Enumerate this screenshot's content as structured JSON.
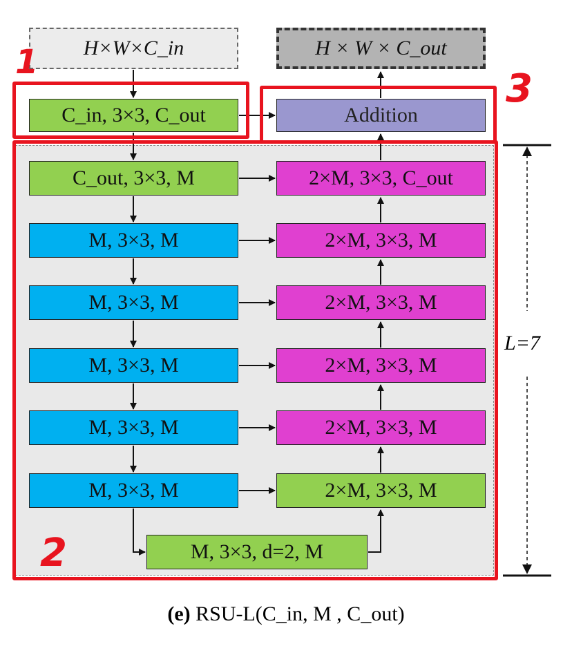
{
  "annotations": {
    "mark_1": "1",
    "mark_2": "2",
    "mark_3": "3"
  },
  "io": {
    "input": "H×W×C_in",
    "output": "H × W × C_out"
  },
  "first_conv": "C_in, 3×3, C_out",
  "addition": "Addition",
  "encoder": [
    "C_out, 3×3, M",
    "M, 3×3, M",
    "M, 3×3, M",
    "M, 3×3, M",
    "M, 3×3, M",
    "M, 3×3, M"
  ],
  "bottom": "M, 3×3, d=2, M",
  "decoder": [
    "2×M, 3×3, C_out",
    "2×M, 3×3, M",
    "2×M, 3×3, M",
    "2×M, 3×3, M",
    "2×M, 3×3, M",
    "2×M, 3×3, M"
  ],
  "depth_label": "L=7",
  "caption": {
    "prefix": "(e)",
    "text": "RSU-L(C_in, M , C_out)"
  },
  "colors": {
    "green": "#92d050",
    "blue": "#00b0f0",
    "pink": "#e040d0",
    "purple": "#9a97cf",
    "annotation_red": "#e8141f"
  }
}
